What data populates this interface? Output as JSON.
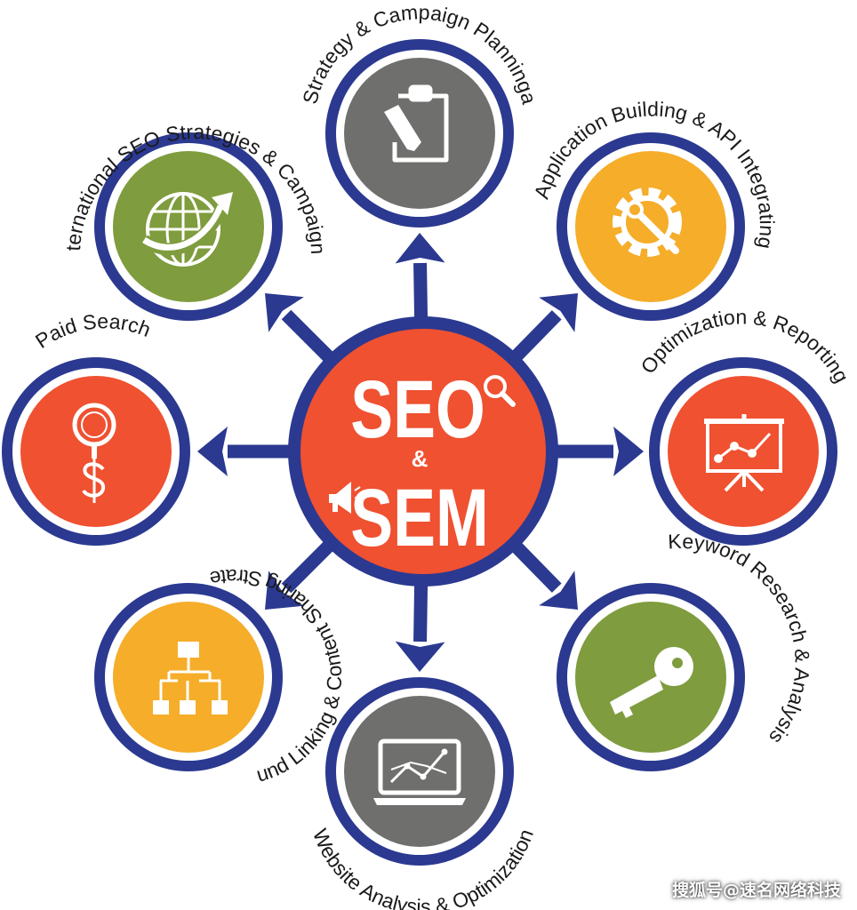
{
  "center": {
    "line1": "SEO",
    "amp": "&",
    "line2": "SEM"
  },
  "colors": {
    "ring": "#2b3990",
    "center_fill": "#ef5131",
    "gray": "#6f6f6e",
    "olive": "#7f9c3e",
    "yellow": "#f5ad2a",
    "orange": "#ef5131"
  },
  "nodes": [
    {
      "label": "Strategy & Campaign Planninga",
      "icon": "clipboard-pencil-icon",
      "color": "gray"
    },
    {
      "label": "Application Building & API Integrating",
      "icon": "gear-wrench-icon",
      "color": "yellow"
    },
    {
      "label": "Optimization & Reporting",
      "icon": "presentation-chart-icon",
      "color": "orange"
    },
    {
      "label": "Keyword Research & Analysis",
      "icon": "key-icon",
      "color": "olive"
    },
    {
      "label": "Website Analysis & Optimization",
      "icon": "laptop-graph-icon",
      "color": "gray"
    },
    {
      "label": "Inbound Linking & Content Sharing Strategies",
      "icon": "sitemap-icon",
      "color": "yellow"
    },
    {
      "label": "Paid Search",
      "icon": "magnifier-dollar-icon",
      "color": "orange"
    },
    {
      "label": "International SEO Strategies & Campaigns",
      "icon": "globe-arrow-icon",
      "color": "olive"
    }
  ],
  "watermark": "搜狐号@速名网络科技"
}
